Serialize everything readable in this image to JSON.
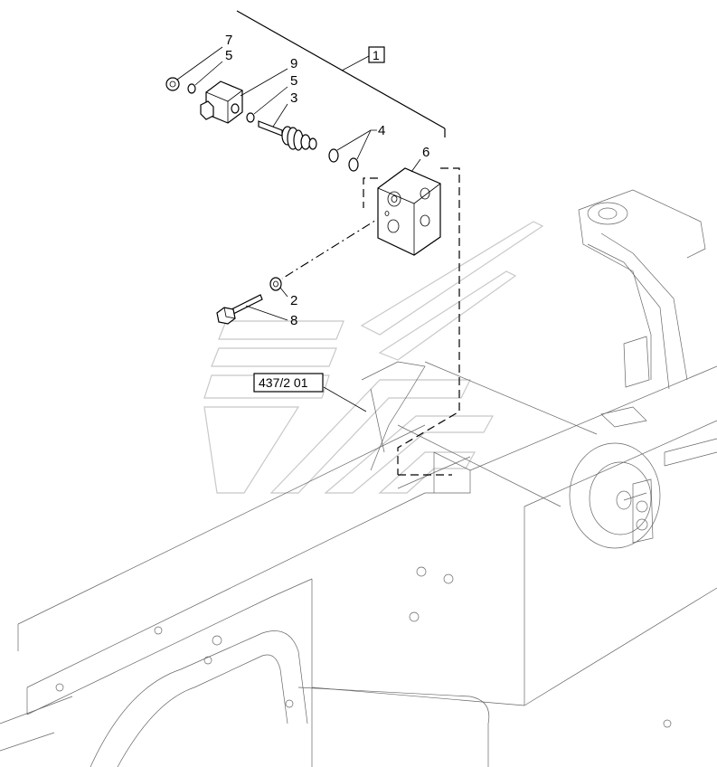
{
  "callouts": {
    "c7": "7",
    "c5a": "5",
    "c9": "9",
    "c5b": "5",
    "c3": "3",
    "c4": "4",
    "c6": "6",
    "c2": "2",
    "c8": "8",
    "c1": "1"
  },
  "reference_box": {
    "label": "437/2 01"
  },
  "colors": {
    "line": "#000000",
    "frame_line": "#666666",
    "watermark": "#c8c8c8",
    "background": "#ffffff"
  }
}
